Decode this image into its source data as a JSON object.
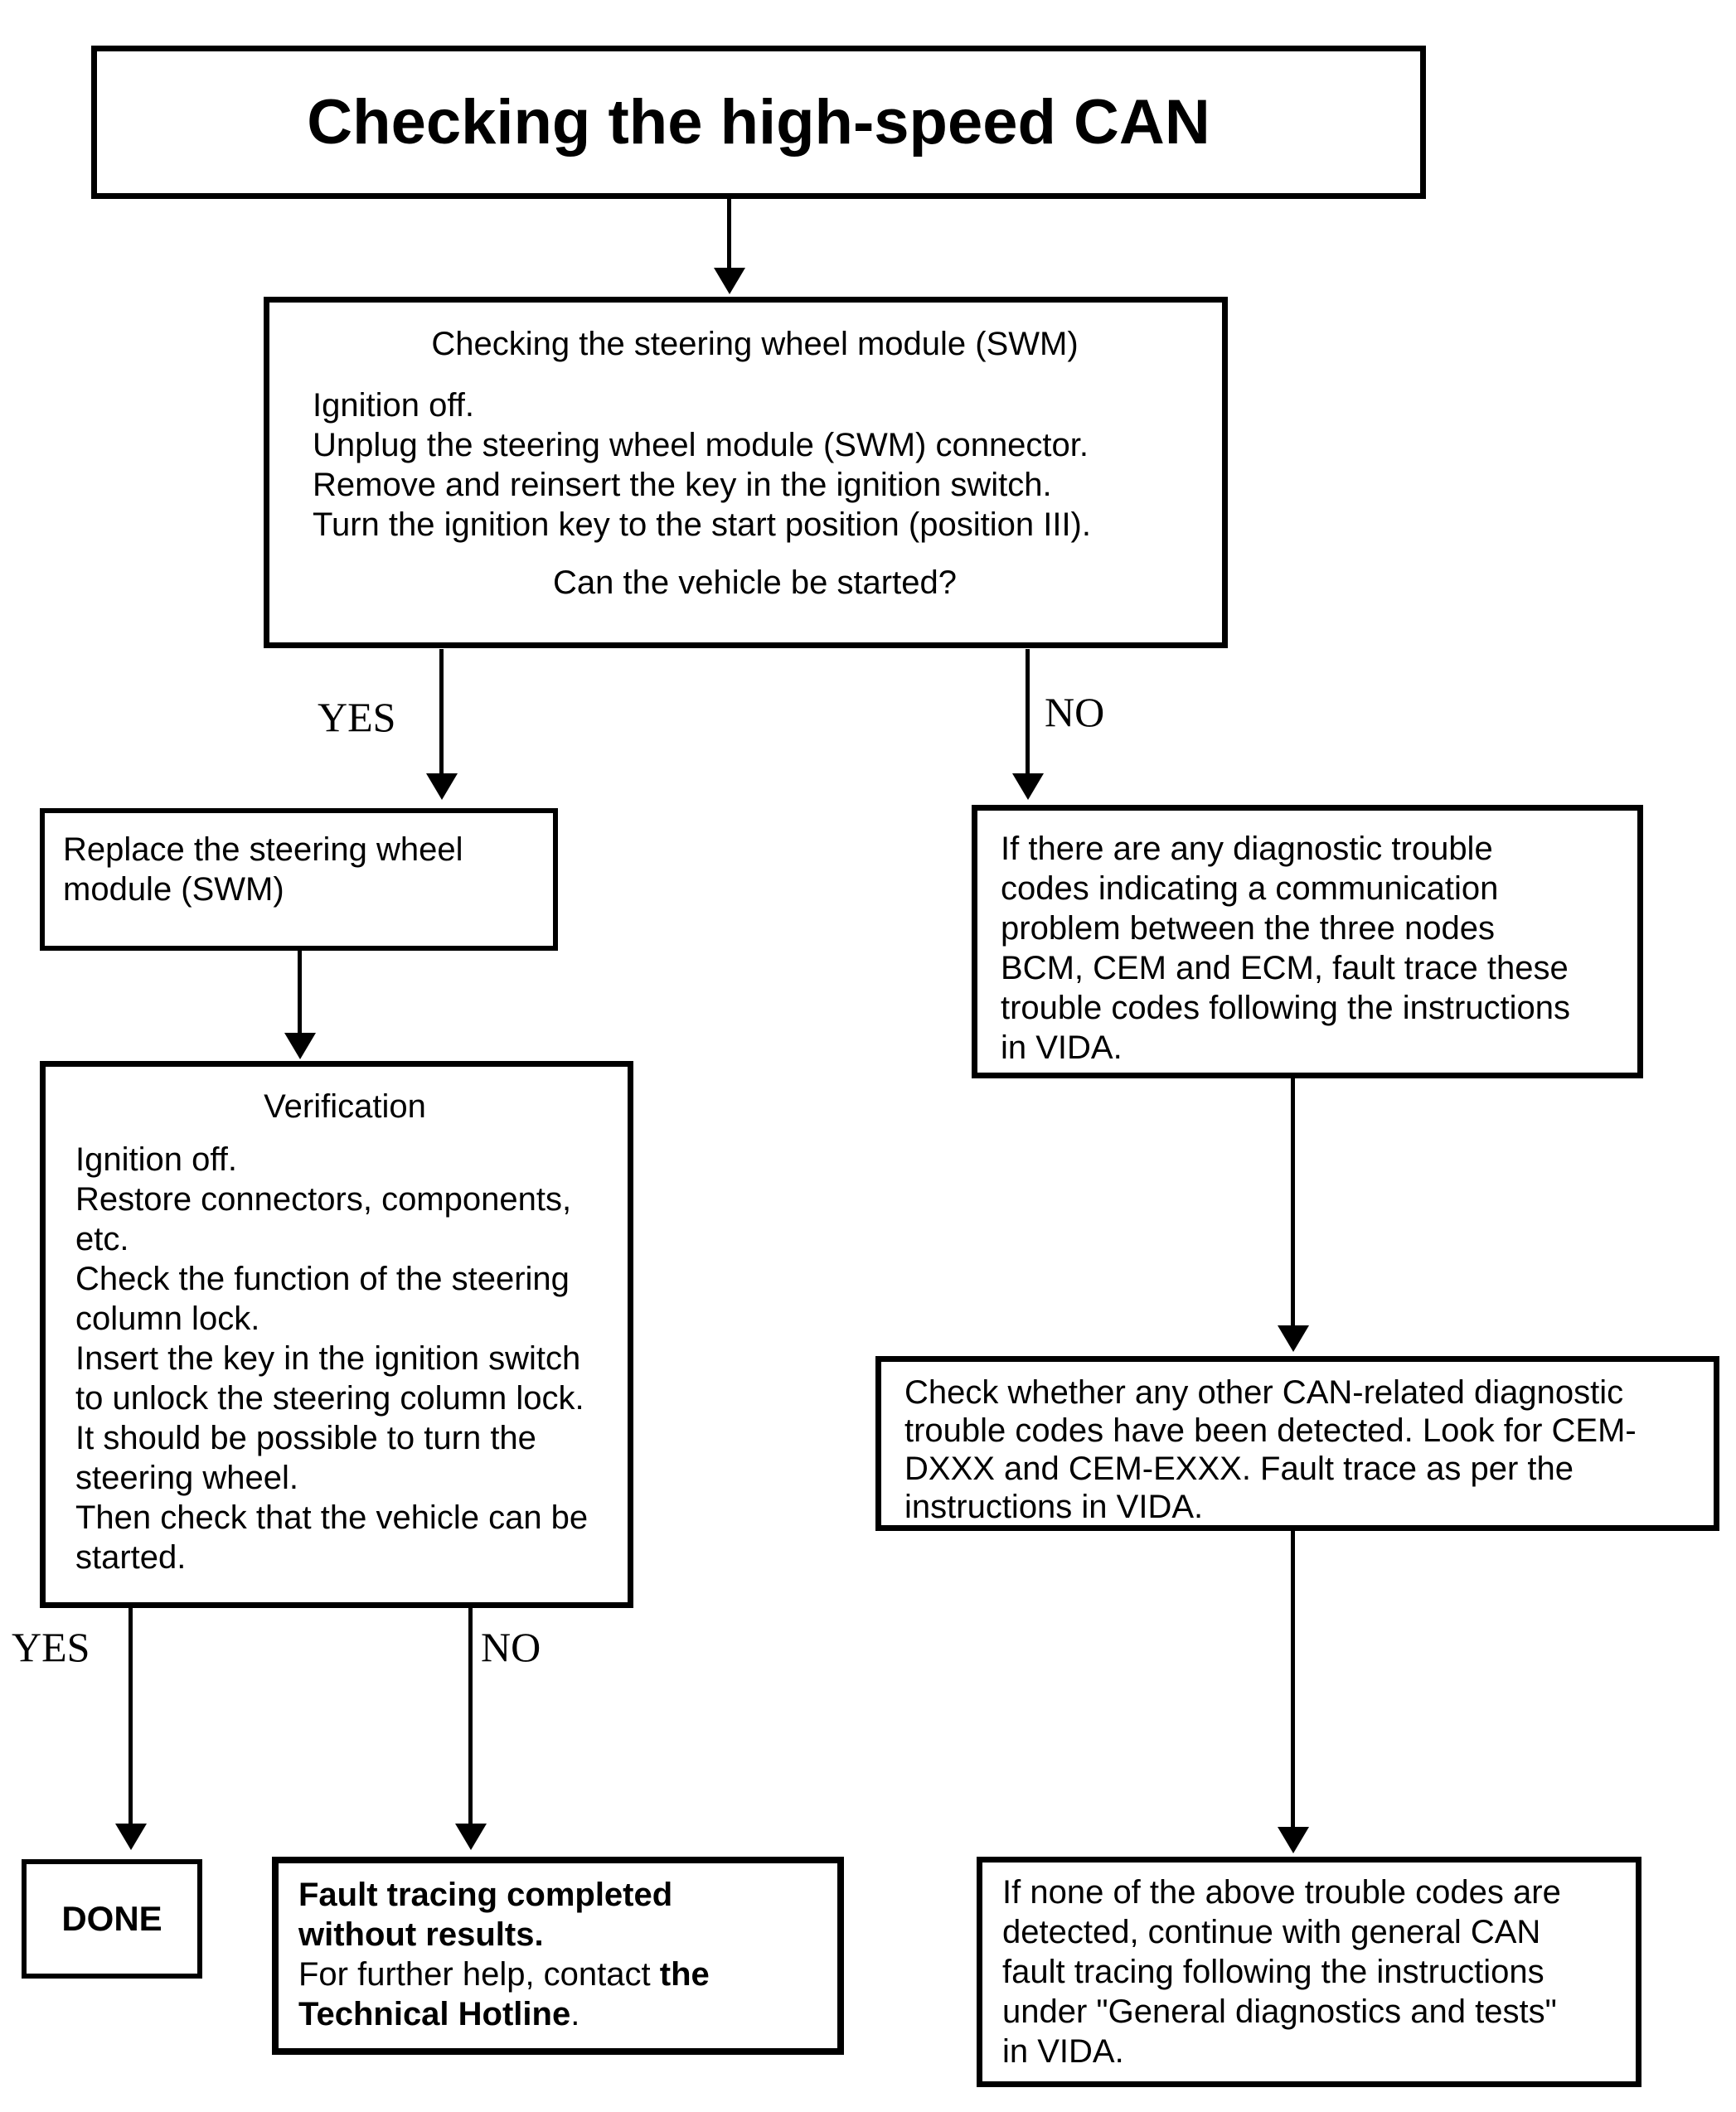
{
  "title": "Checking the high-speed CAN",
  "labels": {
    "yes1": "YES",
    "no1": "NO",
    "yes2": "YES",
    "no2": "NO"
  },
  "boxes": {
    "swm_check": {
      "heading": "Checking the steering wheel module (SWM)",
      "body": [
        "Ignition off.",
        "Unplug the steering wheel module (SWM) connector.",
        "Remove and reinsert the key in the ignition switch.",
        "Turn the ignition key to the start position (position III)."
      ],
      "question": "Can the vehicle be started?"
    },
    "replace_swm": {
      "body": [
        "Replace the steering wheel",
        "module (SWM)"
      ]
    },
    "dtc_three_nodes": {
      "body": [
        "If there are any diagnostic trouble",
        "codes indicating a communication",
        "problem between the three nodes",
        "BCM, CEM and ECM, fault trace these",
        "trouble codes following the instructions",
        "in VIDA."
      ]
    },
    "verification": {
      "heading": "Verification",
      "body": [
        "Ignition off.",
        "Restore connectors, components,",
        "etc.",
        "Check the function of the steering",
        "column lock.",
        "Insert the key in the ignition switch",
        "to unlock the steering column lock.",
        "It should be possible to turn the",
        "steering wheel.",
        "Then check that the vehicle can be",
        "started."
      ]
    },
    "check_other_dtc": {
      "body": [
        "Check whether any other CAN-related diagnostic",
        "trouble codes have been detected. Look for CEM-",
        "DXXX and CEM-EXXX. Fault trace as per the",
        "instructions in VIDA."
      ]
    },
    "done": {
      "label": "DONE"
    },
    "fault_tracing": {
      "bold_intro": [
        "Fault tracing completed",
        "without results."
      ],
      "contact_prefix": "For further help, contact ",
      "contact_bold_the": "the",
      "contact_bold_hotline": "Technical Hotline",
      "contact_suffix": "."
    },
    "no_codes": {
      "body": [
        "If none of the above trouble codes are",
        "detected, continue with general CAN",
        "fault tracing following the instructions",
        "under \"General diagnostics and tests\"",
        "in VIDA."
      ]
    }
  },
  "colors": {
    "line": "#000000",
    "background": "#ffffff"
  }
}
